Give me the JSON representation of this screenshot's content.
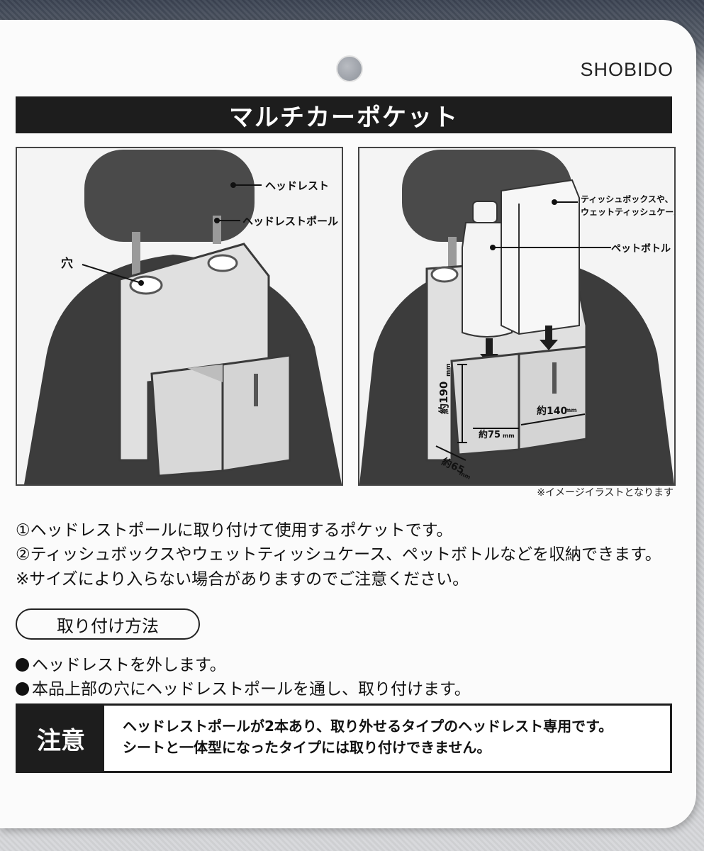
{
  "brand": "SHOBIDO",
  "title": "マルチカーポケット",
  "illustration_left": {
    "label_headrest": "ヘッドレスト",
    "label_pole": "ヘッドレストポール",
    "label_hole": "穴"
  },
  "illustration_right": {
    "label_tissue_line1": "ティッシュボックスや、",
    "label_tissue_line2": "ウェットティッシュケース",
    "label_bottle": "ペットボトル",
    "dim_height": "約190",
    "dim_height_unit": "mm",
    "dim_width_small": "約75",
    "dim_width_small_unit": "mm",
    "dim_width_large": "約140",
    "dim_width_large_unit": "mm",
    "dim_depth": "約65",
    "dim_depth_unit": "mm"
  },
  "illustration_note": "※イメージイラストとなります",
  "description": [
    "①ヘッドレストポールに取り付けて使用するポケットです。",
    "②ティッシュボックスやウェットティッシュケース、ペットボトルなどを収納できます。",
    "※サイズにより入らない場合がありますのでご注意ください。"
  ],
  "method_title": "取り付け方法",
  "method_steps": [
    "ヘッドレストを外します。",
    "本品上部の穴にヘッドレストポールを通し、取り付けます。"
  ],
  "caution_label": "注意",
  "caution_lines": [
    "ヘッドレストポールが2本あり、取り外せるタイプのヘッドレスト専用です。",
    "シートと一体型になったタイプには取り付けできません。"
  ]
}
